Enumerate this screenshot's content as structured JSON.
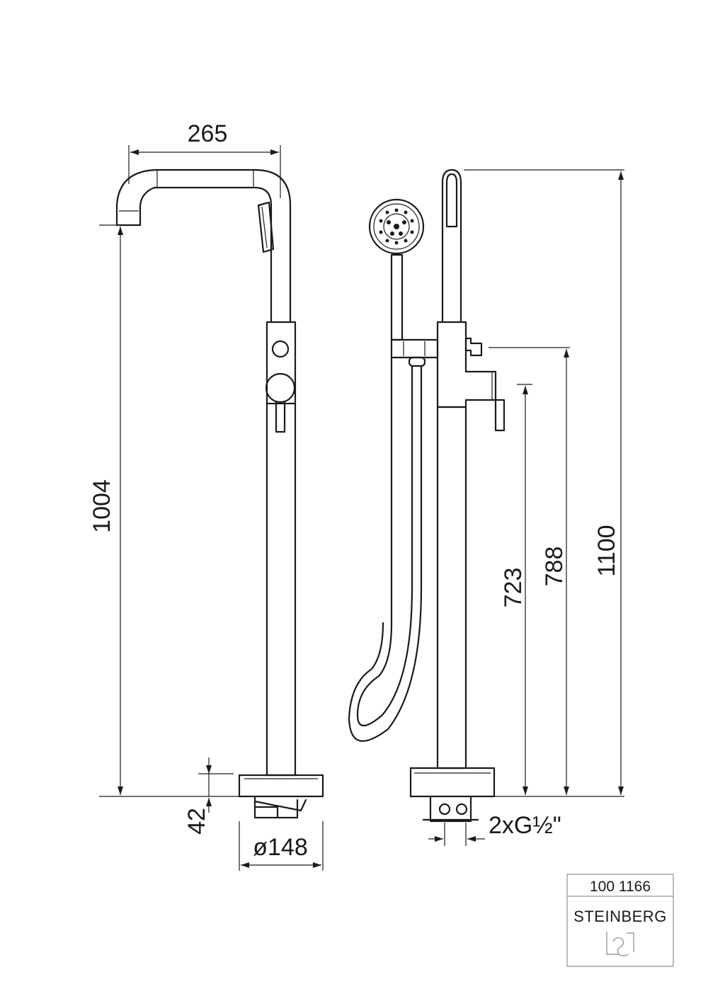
{
  "dimensions": {
    "spout_reach": "265",
    "spout_height": "1004",
    "base_height": "42",
    "base_diameter": "ø148",
    "connection": "2xG½\"",
    "height_723": "723",
    "height_788": "788",
    "overall_height": "1100"
  },
  "title_block": {
    "article_number": "100 1166",
    "brand": "STEINBERG"
  }
}
